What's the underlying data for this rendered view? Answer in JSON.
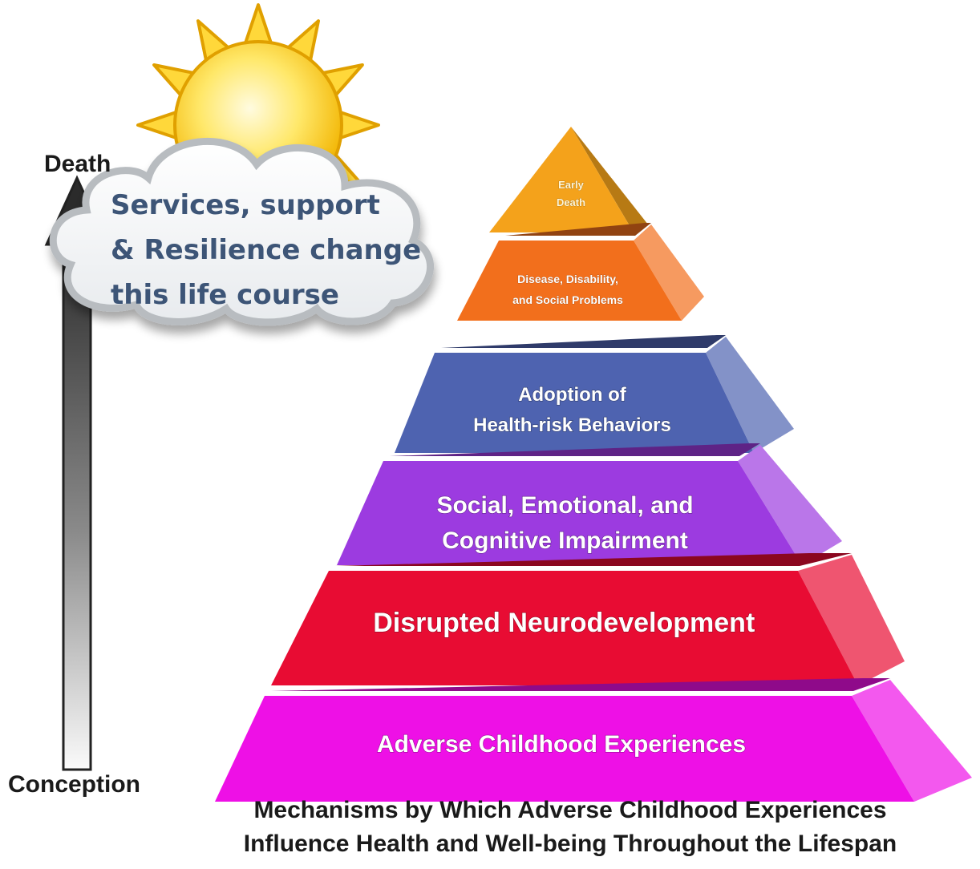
{
  "diagram": {
    "axis": {
      "top_label": "Death",
      "bottom_label": "Conception"
    },
    "cloud": {
      "lines": [
        "Services, support",
        "& Resilience change",
        "this life course"
      ]
    },
    "pyramid": {
      "tiers": [
        {
          "lines": [
            "Early",
            "Death"
          ],
          "color": "#f4a21b"
        },
        {
          "lines": [
            "Disease, Disability,",
            "and Social Problems"
          ],
          "color": "#f26f1c"
        },
        {
          "lines": [
            "Adoption of",
            "Health-risk Behaviors"
          ],
          "color": "#4e63b0"
        },
        {
          "lines": [
            "Social, Emotional, and",
            "Cognitive Impairment"
          ],
          "color": "#9c3be0"
        },
        {
          "lines": [
            "Disrupted Neurodevelopment"
          ],
          "color": "#e80c33"
        },
        {
          "lines": [
            "Adverse Childhood Experiences"
          ],
          "color": "#ee10e6"
        }
      ]
    },
    "caption": {
      "lines": [
        "Mechanisms by Which Adverse Childhood Experiences",
        "Influence Health and Well-being Throughout the Lifespan"
      ]
    }
  }
}
